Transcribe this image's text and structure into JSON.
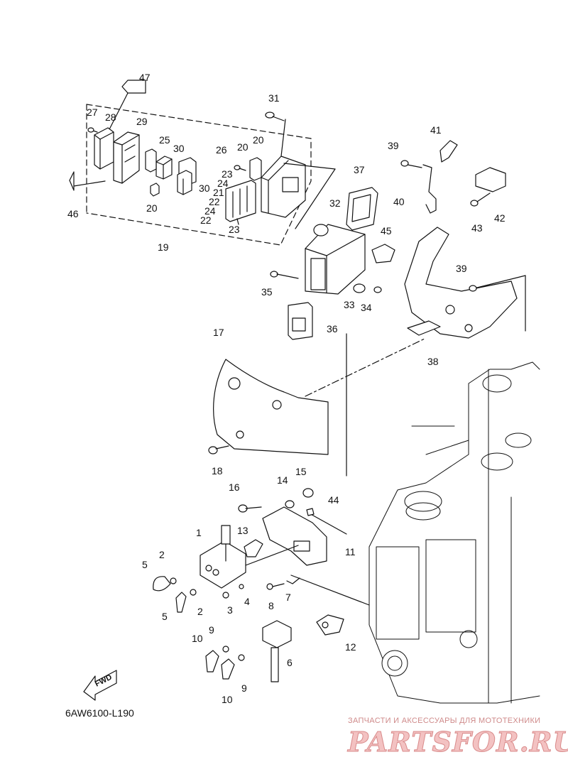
{
  "diagram_code": "6AW6100-L190",
  "watermark": {
    "tagline": "ЗАПЧАСТИ И АКСЕССУАРЫ ДЛЯ МОТОТЕХНИКИ",
    "brand": "PARTSFOR.RU"
  },
  "fwd_arrow_label": "FWD",
  "callouts": [
    {
      "id": "c47",
      "text": "47"
    },
    {
      "id": "c27",
      "text": "27"
    },
    {
      "id": "c28",
      "text": "28"
    },
    {
      "id": "c29",
      "text": "29"
    },
    {
      "id": "c25",
      "text": "25"
    },
    {
      "id": "c30a",
      "text": "30"
    },
    {
      "id": "c30b",
      "text": "30"
    },
    {
      "id": "c26",
      "text": "26"
    },
    {
      "id": "c20a",
      "text": "20"
    },
    {
      "id": "c20b",
      "text": "20"
    },
    {
      "id": "c20c",
      "text": "20"
    },
    {
      "id": "c31",
      "text": "31"
    },
    {
      "id": "c23a",
      "text": "23"
    },
    {
      "id": "c24a",
      "text": "24"
    },
    {
      "id": "c21",
      "text": "21"
    },
    {
      "id": "c22a",
      "text": "22"
    },
    {
      "id": "c24b",
      "text": "24"
    },
    {
      "id": "c22b",
      "text": "22"
    },
    {
      "id": "c23b",
      "text": "23"
    },
    {
      "id": "c46",
      "text": "46"
    },
    {
      "id": "c19",
      "text": "19"
    },
    {
      "id": "c37",
      "text": "37"
    },
    {
      "id": "c32",
      "text": "32"
    },
    {
      "id": "c45",
      "text": "45"
    },
    {
      "id": "c35",
      "text": "35"
    },
    {
      "id": "c33",
      "text": "33"
    },
    {
      "id": "c34",
      "text": "34"
    },
    {
      "id": "c36",
      "text": "36"
    },
    {
      "id": "c41",
      "text": "41"
    },
    {
      "id": "c39a",
      "text": "39"
    },
    {
      "id": "c40",
      "text": "40"
    },
    {
      "id": "c42",
      "text": "42"
    },
    {
      "id": "c43",
      "text": "43"
    },
    {
      "id": "c39b",
      "text": "39"
    },
    {
      "id": "c38",
      "text": "38"
    },
    {
      "id": "c17",
      "text": "17"
    },
    {
      "id": "c18",
      "text": "18"
    },
    {
      "id": "c16",
      "text": "16"
    },
    {
      "id": "c14",
      "text": "14"
    },
    {
      "id": "c15",
      "text": "15"
    },
    {
      "id": "c44",
      "text": "44"
    },
    {
      "id": "c1",
      "text": "1"
    },
    {
      "id": "c13",
      "text": "13"
    },
    {
      "id": "c11",
      "text": "11"
    },
    {
      "id": "c2a",
      "text": "2"
    },
    {
      "id": "c5a",
      "text": "5"
    },
    {
      "id": "c2b",
      "text": "2"
    },
    {
      "id": "c5b",
      "text": "5"
    },
    {
      "id": "c3",
      "text": "3"
    },
    {
      "id": "c4",
      "text": "4"
    },
    {
      "id": "c8",
      "text": "8"
    },
    {
      "id": "c7",
      "text": "7"
    },
    {
      "id": "c12",
      "text": "12"
    },
    {
      "id": "c10a",
      "text": "10"
    },
    {
      "id": "c9a",
      "text": "9"
    },
    {
      "id": "c6",
      "text": "6"
    },
    {
      "id": "c9b",
      "text": "9"
    },
    {
      "id": "c10b",
      "text": "10"
    }
  ]
}
